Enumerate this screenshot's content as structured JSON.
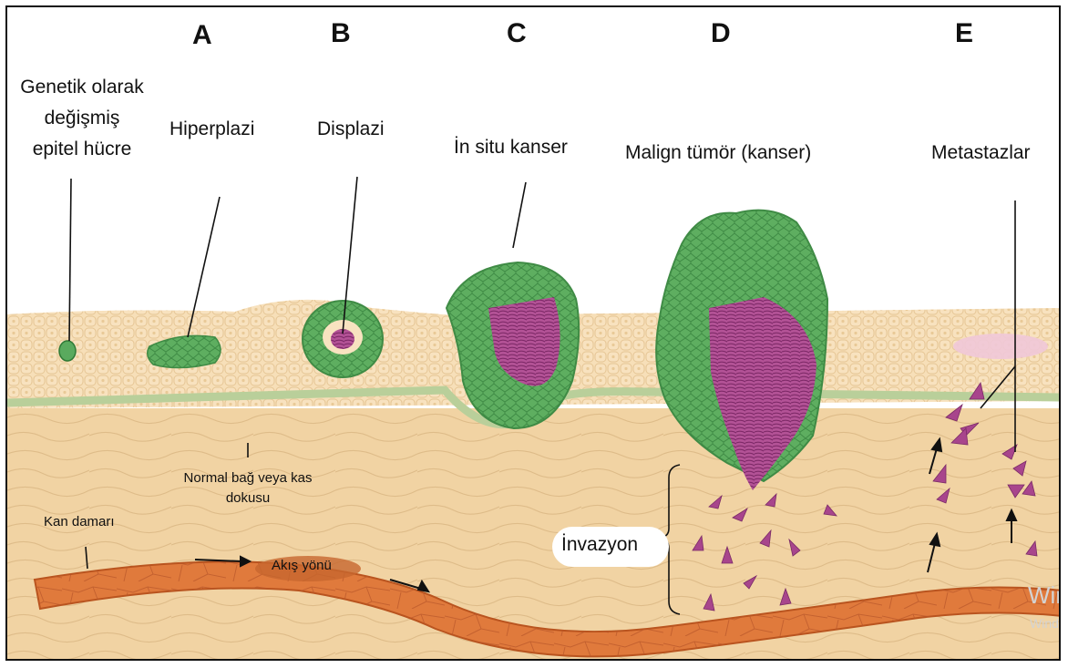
{
  "stages": [
    {
      "letter": "A",
      "name": "Hiperplazi"
    },
    {
      "letter": "B",
      "name": "Displazi"
    },
    {
      "letter": "C",
      "name": "İn situ kanser"
    },
    {
      "letter": "D",
      "name": "Malign tümör (kanser)"
    },
    {
      "letter": "E",
      "name": "Metastazlar"
    }
  ],
  "labels": {
    "cell_line1": "Genetik olarak",
    "cell_line2": "değişmiş",
    "cell_line3": "epitel hücre",
    "tissue_line1": "Normal bağ veya kas",
    "tissue_line2": "dokusu",
    "vessel": "Kan damarı",
    "flow": "Akış yönü",
    "invasion": "İnvazyon"
  },
  "watermark": {
    "line1": "Win",
    "line2": "Wind"
  },
  "colors": {
    "epithelium": "#f7dfb8",
    "connective": "#f1d3a3",
    "basement": "#b9cf9a",
    "dysplastic_green": "#5aaa5e",
    "malignant_purple": "#9a3a83",
    "vessel": "#e07a3c"
  }
}
